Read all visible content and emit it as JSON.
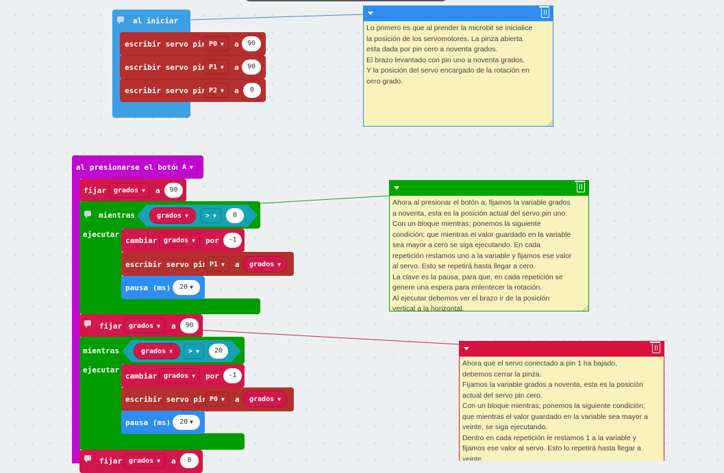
{
  "colors": {
    "blue": "#3e9fe5",
    "servo": "#b52f2f",
    "variables": "#d2184a",
    "loops": "#009c00",
    "pink": "#c10ad1",
    "pause": "#2e8df0",
    "logic": "#16a2b3",
    "note_blue": "#2e8df0",
    "note_green": "#00a500",
    "note_red": "#d9133e"
  },
  "on_start": {
    "label": "al iniciar",
    "icon": "comment-icon",
    "rows": [
      {
        "label": "escribir servo pin",
        "pin": "P0",
        "to": "a",
        "value": "90"
      },
      {
        "label": "escribir servo pin",
        "pin": "P1",
        "to": "a",
        "value": "90"
      },
      {
        "label": "escribir servo pin",
        "pin": "P2",
        "to": "a",
        "value": "0"
      }
    ]
  },
  "on_button": {
    "label": "al presionarse el botón",
    "button": "A",
    "set1": {
      "label": "fijar",
      "var": "grados",
      "to": "a",
      "value": "90"
    },
    "while1": {
      "label": "mientras",
      "do_label": "ejecutar",
      "var": "grados",
      "op": ">",
      "value": "0",
      "change": {
        "label": "cambiar",
        "var": "grados",
        "by": "por",
        "value": "-1"
      },
      "servo": {
        "label": "escribir servo pin",
        "pin": "P1",
        "to": "a",
        "var": "grados"
      },
      "pause": {
        "label": "pausa (ms)",
        "value": "20"
      }
    },
    "set2": {
      "label": "fijar",
      "var": "grados",
      "to": "a",
      "value": "90"
    },
    "while2": {
      "label": "mientras",
      "do_label": "ejecutar",
      "var": "grados",
      "op": ">",
      "value": "20",
      "change": {
        "label": "cambiar",
        "var": "grados",
        "by": "por",
        "value": "-1"
      },
      "servo": {
        "label": "escribir servo pin",
        "pin": "P0",
        "to": "a",
        "var": "grados"
      },
      "pause": {
        "label": "pausa (ms)",
        "value": "20"
      }
    },
    "set3": {
      "label": "fijar",
      "var": "grados",
      "to": "a",
      "value": "0"
    }
  },
  "notes": [
    {
      "text": "Lo primero es que al prender la microbit se inicialice\nla posición de los servomotores. La pinza abierta\nesta dada por pin cero a noventa grados.\nEl brazo levantado con pin uno a noventa grados.\nY la posición del servo encargado de la rotación en\ncero grado."
    },
    {
      "text": "Ahora al presionar el botón a, fijamos la variable grados\na noventa, esta es la posición actual del servo pin uno.\nCon un bloque mientras; ponemos la siguiente\ncondición; que mientras el valor guardado en la variable\nsea mayor a cero se siga ejecutando. En cada\nrepetición restamos uno a la variable y fijamos ese valor\nal servo. Esto se repetirá hasta llegar a cero.\nLa clave es la pausa, para que, en cada repetición se\ngenere una espera para enlentecer la rotación.\nAl ejecutar debemos ver el brazo ir de la posición\nvertical a la horizontal."
    },
    {
      "text": "Ahora que el servo conectado a pin 1 ha bajado,\ndebemos cerrar la pinza.\nFijamos la variable grados a noventa, esta es la posición\nactual del servo pin cero.\n Con un bloque mientras; ponemos la siguiente condición;\nque mientras el valor guardado en la variable sea mayor a\nveinte, se siga ejecutando.\nDentro en cada repetición le restamos 1 a la variable y\nfijamos ese valor al servo. Esto lo repetirá hasta llegar a\nveinte."
    }
  ]
}
